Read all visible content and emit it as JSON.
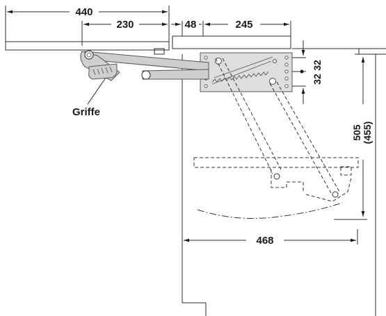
{
  "dimensions": {
    "overall_depth": "440",
    "arm_depth": "230",
    "offset": "48",
    "plate_width": "245",
    "hole_spacing_a": "32",
    "hole_spacing_b": "32",
    "lift_height": "505",
    "lift_height_alt": "(455)",
    "front_reach": "468"
  },
  "labels": {
    "grip": "Griffe"
  },
  "colors": {
    "line": "#2a2a2a",
    "mechanism_fill": "#cfcfcf",
    "mechanism_stroke": "#555555",
    "plate_fill": "#dedede"
  }
}
